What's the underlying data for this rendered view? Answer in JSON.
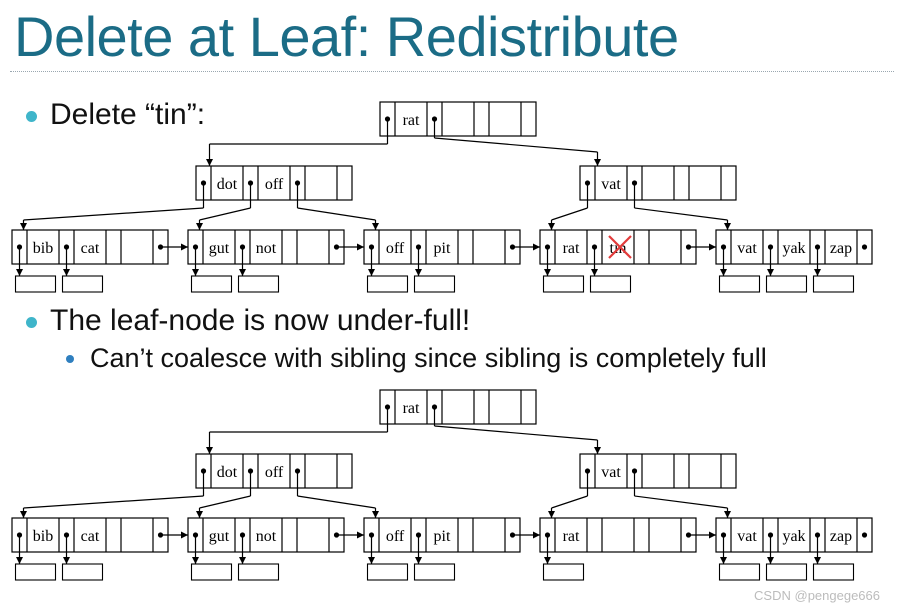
{
  "slide": {
    "title": "Delete at Leaf:  Redistribute",
    "bullet1": "Delete “tin”:",
    "bullet2": "The leaf-node is now under-full!",
    "bullet3": "Can’t coalesce with sibling since sibling is completely full"
  },
  "watermark": "CSDN @pengege666",
  "colors": {
    "title": "#1b6c86",
    "bullet": "#3fb5ca",
    "subbullet": "#2f7fbf",
    "delete_mark": "#e23b3b"
  },
  "tree_before": {
    "root": [
      "rat"
    ],
    "internal": [
      [
        "dot",
        "off"
      ],
      [
        "vat"
      ]
    ],
    "leaves": [
      [
        "bib",
        "cat"
      ],
      [
        "gut",
        "not"
      ],
      [
        "off",
        "pit"
      ],
      [
        "rat",
        "tin"
      ],
      [
        "vat",
        "yak",
        "zap"
      ]
    ],
    "deleted_key": "tin"
  },
  "tree_after": {
    "root": [
      "rat"
    ],
    "internal": [
      [
        "dot",
        "off"
      ],
      [
        "vat"
      ]
    ],
    "leaves": [
      [
        "bib",
        "cat"
      ],
      [
        "gut",
        "not"
      ],
      [
        "off",
        "pit"
      ],
      [
        "rat"
      ],
      [
        "vat",
        "yak",
        "zap"
      ]
    ]
  }
}
